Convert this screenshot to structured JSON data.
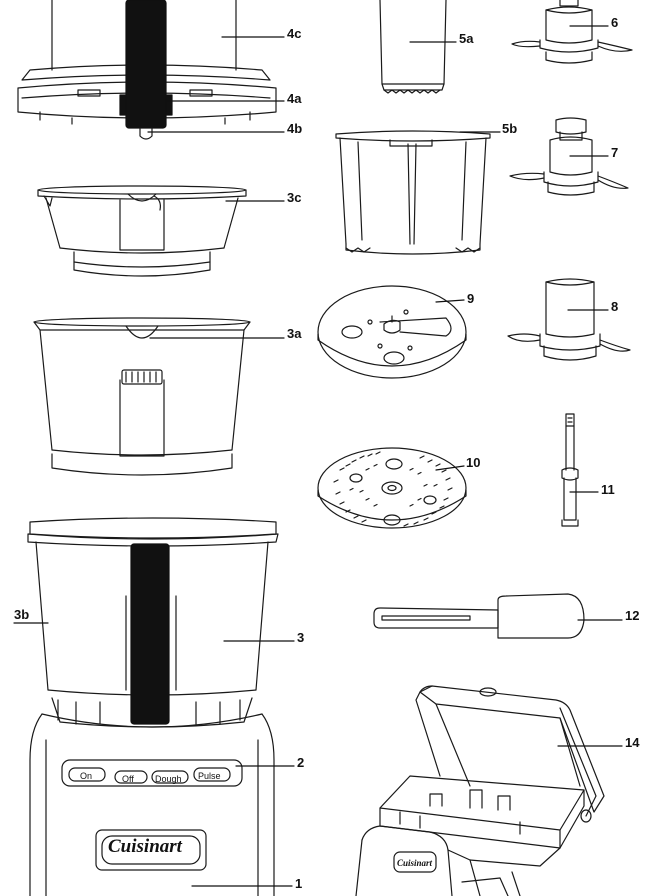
{
  "labels": {
    "l4c": "4c",
    "l4a": "4a",
    "l4b": "4b",
    "l3c": "3c",
    "l3a": "3a",
    "l3b": "3b",
    "l3": "3",
    "l2": "2",
    "l1": "1",
    "l5a": "5a",
    "l5b": "5b",
    "l6": "6",
    "l7": "7",
    "l8": "8",
    "l9": "9",
    "l10": "10",
    "l11": "11",
    "l12": "12",
    "l14": "14"
  },
  "buttons": {
    "on": "On",
    "off": "Off",
    "dough": "Dough",
    "pulse": "Pulse"
  },
  "brand": {
    "logo": "Cuisinart",
    "case_logo": "Cuisinart"
  },
  "colors": {
    "line": "#1a1a1a",
    "pusher": "#111111"
  }
}
